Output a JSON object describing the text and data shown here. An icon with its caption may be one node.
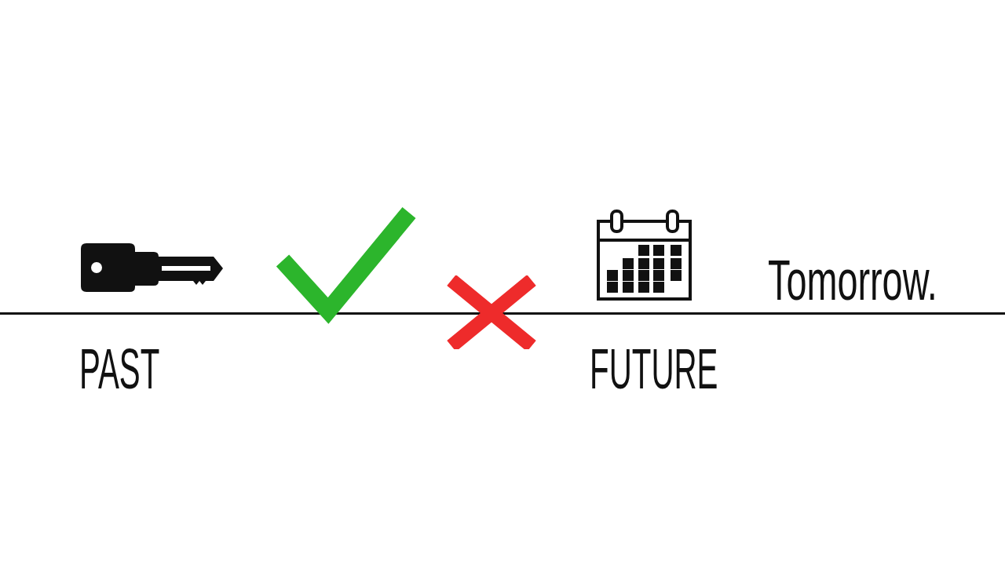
{
  "diagram": {
    "labels": [
      "Tomorrow.",
      "PAST",
      "FUTURE"
    ]
  }
}
